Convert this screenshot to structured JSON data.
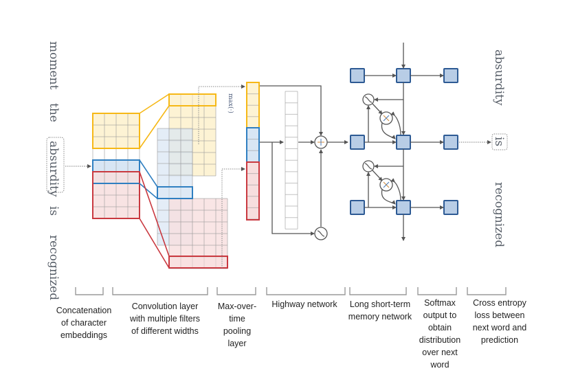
{
  "input_words": [
    "moment",
    "the",
    "absurdity",
    "is",
    "recognized"
  ],
  "input_highlight_index": 2,
  "output_words": [
    "absurdity",
    "is",
    "recognized"
  ],
  "output_highlight_index": 1,
  "max_pool_label": "max(·)",
  "gate_symbols": {
    "plus": "+",
    "times": "×",
    "sigmoid": "σ"
  },
  "colors": {
    "yellow_border": "#f6b816",
    "yellow_fill": "#fdf3d4",
    "blue_border": "#2f7fc1",
    "blue_fill": "#d8e6f4",
    "red_border": "#c9383f",
    "red_fill": "#f7dede",
    "lstm_fill": "#b8cde6",
    "lstm_border": "#2d5a94",
    "line": "#555555"
  },
  "stages": [
    {
      "id": "char-embeddings",
      "label": "Concatenation\nof character\nembeddings"
    },
    {
      "id": "convolution",
      "label": "Convolution layer\nwith multiple filters\nof different widths"
    },
    {
      "id": "max-pooling",
      "label": "Max-over-\ntime\npooling\nlayer"
    },
    {
      "id": "highway",
      "label": "Highway network"
    },
    {
      "id": "lstm",
      "label": "Long short-term\nmemory network"
    },
    {
      "id": "softmax",
      "label": "Softmax\noutput to\nobtain\ndistribution\nover next\nword"
    },
    {
      "id": "cross-entropy",
      "label": "Cross entropy\nloss between\nnext word and\nprediction"
    }
  ]
}
